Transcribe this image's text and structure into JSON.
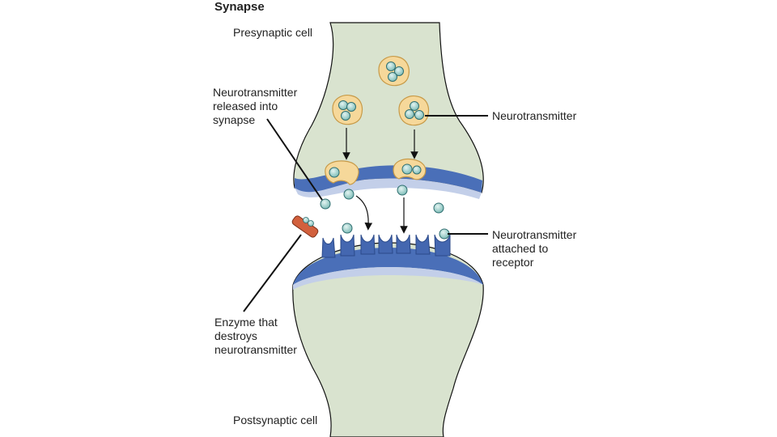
{
  "title": "Synapse",
  "labels": {
    "presynaptic": "Presynaptic cell",
    "postsynaptic": "Postsynaptic cell",
    "released": [
      "Neurotransmitter",
      "released into",
      "synapse"
    ],
    "neurotransmitter": "Neurotransmitter",
    "attached": [
      "Neurotransmitter",
      "attached to",
      "receptor"
    ],
    "enzyme": [
      "Enzyme that",
      "destroys",
      "neurotransmitter"
    ]
  },
  "colors": {
    "cell_fill": "#d9e3cf",
    "membrane": "#4a6fb8",
    "membrane_light": "#c3cfe9",
    "vesicle": "#f6d89a",
    "vesicle_edge": "#c79a48",
    "molecule": "#8fc9c4",
    "molecule_edge": "#2f6e70",
    "receptor": "#4467b0",
    "enzyme": "#d2603d",
    "line": "#111111"
  }
}
